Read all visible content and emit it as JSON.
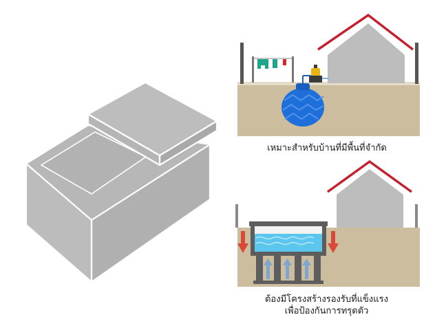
{
  "captions": {
    "top": "เหมาะสำหรับบ้านที่มีพื้นที่จำกัด",
    "bottom_line1": "ต้องมีโครงสร้างรองรับที่แข็งแรง",
    "bottom_line2": "เพื่อป้องกันการทรุดตัว"
  },
  "colors": {
    "tank_face": "#b4b4b4",
    "tank_edge": "#ffffff",
    "soil": "#cbbd9d",
    "grass": "#e4dcc8",
    "house_wall": "#bdbdbd",
    "roof": "#c4202d",
    "pole": "#555555",
    "tank_blue": "#1e6fd9",
    "pump": "#e8b415",
    "water": "#5bc6ee",
    "arrow_red": "#d84a35",
    "arrow_blue": "#7ea6cf",
    "pillar": "#5d5d5d"
  },
  "icons": {
    "tank_illustration": "isometric-concrete-tank",
    "underground_tank": "blue-underground-tank-icon",
    "pump": "water-pump-icon",
    "laundry": "clothesline-icon",
    "settle_arrow": "arrow-down-icon",
    "support_arrow": "arrow-up-icon"
  }
}
